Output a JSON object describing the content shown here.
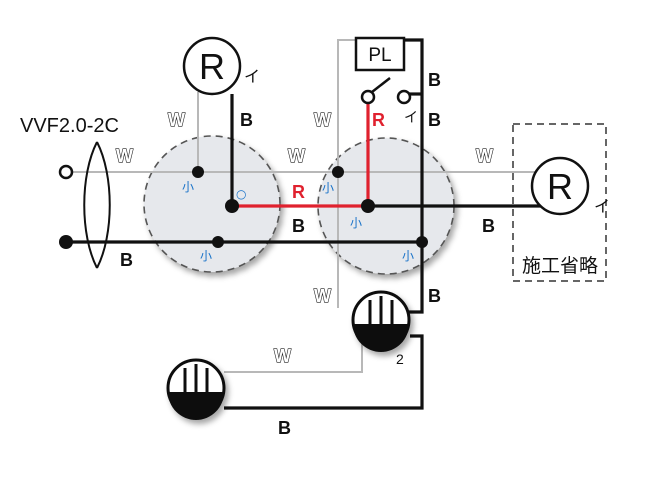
{
  "colors": {
    "black": "#111111",
    "white_wire": "#b8b8b8",
    "red": "#e0212e",
    "box_fill": "#e6e8ec",
    "blue": "#1a73c9"
  },
  "labels": {
    "cable": "VVF2.0-2C",
    "white": "W",
    "black": "B",
    "red": "R",
    "pilot_lamp": "PL",
    "lamp": "R",
    "i_mark": "イ",
    "small_sleeve": "小",
    "ring_sleeve": "○",
    "outlet_number": "2",
    "omitted": "施工省略"
  }
}
